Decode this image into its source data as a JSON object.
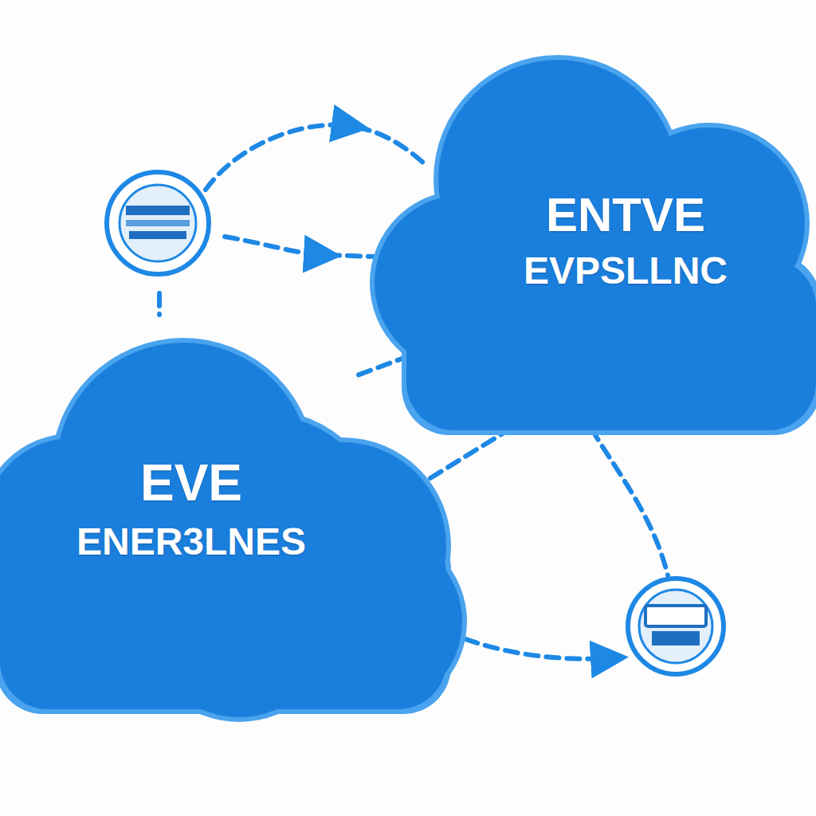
{
  "diagram": {
    "nodes": [
      {
        "text": [
          "ENTVE",
          "EVPSLLNC"
        ]
      },
      {
        "text": [
          "EVE",
          "ENER3LNES"
        ]
      }
    ],
    "edges": [
      {
        "from": 1,
        "to": 0,
        "arrow": "to"
      },
      {
        "from": 1,
        "to": 0,
        "arrow": "to"
      }
    ]
  }
}
